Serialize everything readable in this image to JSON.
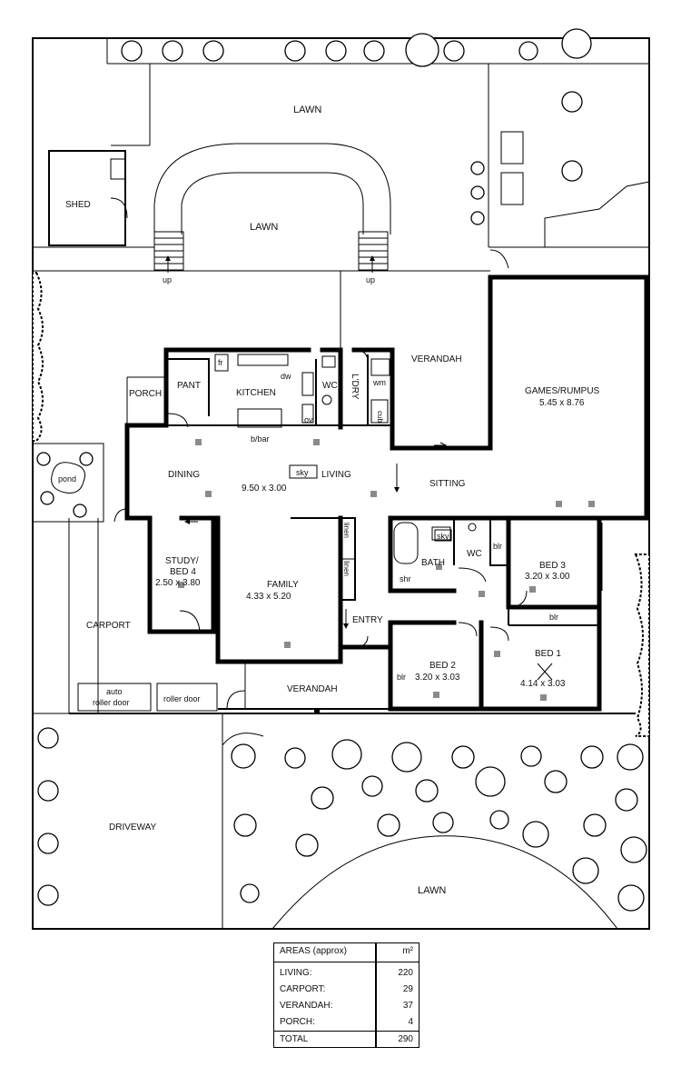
{
  "labels": {
    "lawn_top": "LAWN",
    "lawn_inner": "LAWN",
    "shed": "SHED",
    "up_left": "up",
    "up_right": "up",
    "porch": "PORCH",
    "pant": "PANT",
    "kitchen": "KITCHEN",
    "fr": "fr",
    "dw": "dw",
    "wc_kitchen": "WC",
    "ldry": "L'DRY",
    "wm": "wm",
    "cub": "cub",
    "ov": "ov",
    "bbar": "b/bar",
    "verandah_rear": "VERANDAH",
    "games_name": "GAMES/RUMPUS",
    "games_dim": "5.45 x 8.76",
    "dining": "DINING",
    "sky_living": "sky",
    "living": "LIVING",
    "living_dim": "9.50 x 3.00",
    "sitting": "SITTING",
    "pond": "pond",
    "study_name": "STUDY/",
    "study_name2": "BED 4",
    "study_dim": "2.50 x 3.80",
    "linen1": "linen",
    "linen2": "linen",
    "family_name": "FAMILY",
    "family_dim": "4.33 x 5.20",
    "bath": "BATH",
    "sky_bath": "sky",
    "shr": "shr",
    "wc_bath": "WC",
    "blr_wc": "blr",
    "bed3_name": "BED 3",
    "bed3_dim": "3.20 x 3.00",
    "blr_bed1": "blr",
    "carport": "CARPORT",
    "entry": "ENTRY",
    "bed2_name": "BED 2",
    "bed2_dim": "3.20 x 3.03",
    "blr_bed2": "blr",
    "bed1_name": "BED 1",
    "bed1_dim": "4.14 x 3.03",
    "auto_roller_1": "auto",
    "auto_roller_2": "roller door",
    "roller_door": "roller door",
    "verandah_front": "VERANDAH",
    "driveway": "DRIVEWAY",
    "lawn_front": "LAWN"
  },
  "areas": {
    "title": "AREAS (approx)",
    "unit": "m²",
    "rows": [
      {
        "name": "LIVING:",
        "value": "220"
      },
      {
        "name": "CARPORT:",
        "value": "29"
      },
      {
        "name": "VERANDAH:",
        "value": "37"
      },
      {
        "name": "PORCH:",
        "value": "4"
      }
    ],
    "total_label": "TOTAL",
    "total_value": "290"
  }
}
